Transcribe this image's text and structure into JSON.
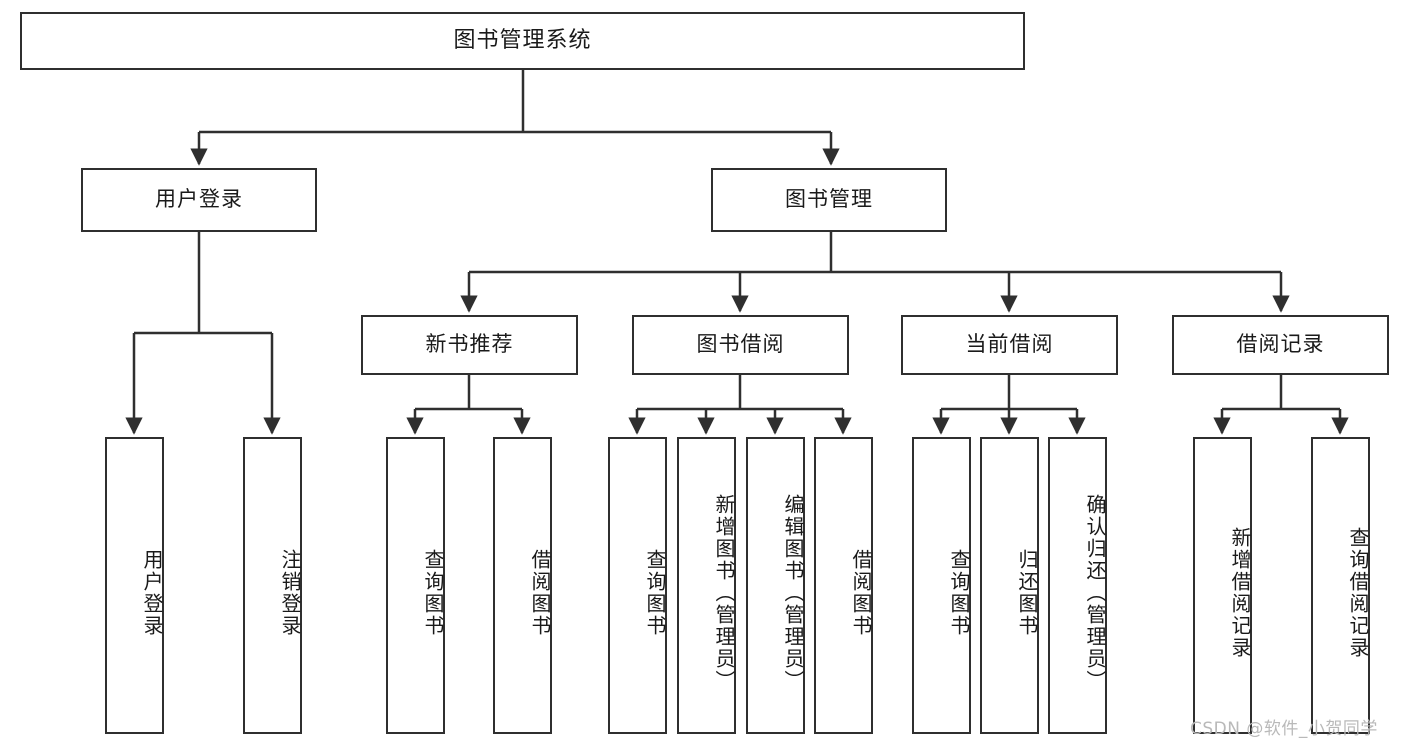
{
  "diagram": {
    "type": "hierarchy-tree",
    "title": "图书管理系统",
    "style": {
      "box_border_color": "#2f2f2f",
      "box_fill_color": "#ffffff",
      "connector_color": "#2f2f2f",
      "text_color": "#1a1a1a",
      "background_color": "#ffffff",
      "watermark_color": "#b9b9b9"
    },
    "root": {
      "label": "图书管理系统"
    },
    "level2": [
      {
        "label": "用户登录"
      },
      {
        "label": "图书管理"
      }
    ],
    "level3": [
      {
        "label": "新书推荐"
      },
      {
        "label": "图书借阅"
      },
      {
        "label": "当前借阅"
      },
      {
        "label": "借阅记录"
      }
    ],
    "leaves": {
      "user_login": [
        {
          "label": "用户登录"
        },
        {
          "label": "注销登录"
        }
      ],
      "new_book_recommend": [
        {
          "label": "查询图书"
        },
        {
          "label": "借阅图书"
        }
      ],
      "book_borrow": [
        {
          "label": "查询图书"
        },
        {
          "label": "新增图书（管理员）"
        },
        {
          "label": "编辑图书（管理员）"
        },
        {
          "label": "借阅图书"
        }
      ],
      "current_borrow": [
        {
          "label": "查询图书"
        },
        {
          "label": "归还图书"
        },
        {
          "label": "确认归还（管理员）"
        }
      ],
      "borrow_record": [
        {
          "label": "新增借阅记录"
        },
        {
          "label": "查询借阅记录"
        }
      ]
    }
  },
  "watermark": {
    "text": "CSDN @软件_小贺同学"
  }
}
